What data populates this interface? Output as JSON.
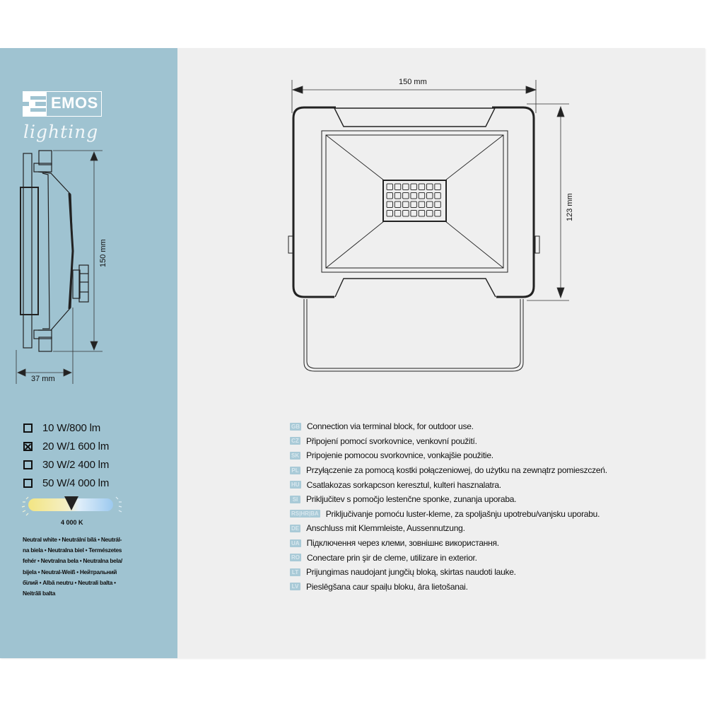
{
  "brand": {
    "logo_text": "EMOS",
    "subtitle": "lighting",
    "strip_color": "#9fc3d1",
    "panel_color": "#efefef"
  },
  "side_view": {
    "height_label": "150 mm",
    "depth_label": "37 mm"
  },
  "front_view": {
    "width_label": "150 mm",
    "height_label": "123 mm",
    "led_grid": {
      "columns": 7,
      "rows": 4
    }
  },
  "power_options": [
    {
      "label": "10 W/800 lm",
      "checked": false
    },
    {
      "label": "20 W/1 600 lm",
      "checked": true
    },
    {
      "label": "30 W/2 400 lm",
      "checked": false
    },
    {
      "label": "50 W/4 000 lm",
      "checked": false
    }
  ],
  "color_temperature": {
    "label": "4 000 K",
    "description": "Neutral white • Neutrální bílá • Neutrál-na biela • Neutralna biel • Természetes fehér • Nevtralna bela • Neutralna bela/ bijela • Neutral-Weiß • Нейтральний білий • Albă neutru • Neutrali balta • Neitrāli balta"
  },
  "instructions": [
    {
      "code": "GB",
      "text": "Connection via terminal block, for outdoor use."
    },
    {
      "code": "CZ",
      "text": "Připojení pomocí svorkovnice, venkovní použití."
    },
    {
      "code": "SK",
      "text": "Pripojenie pomocou svorkovnice, vonkajšie použitie."
    },
    {
      "code": "PL",
      "text": "Przyłączenie za pomocą kostki połączeniowej, do użytku na zewnątrz pomieszczeń."
    },
    {
      "code": "HU",
      "text": "Csatlakozas sorkapcson keresztul, kulteri hasznalatra."
    },
    {
      "code": "SI",
      "text": "Priključitev s pomočjo lestenčne sponke, zunanja uporaba."
    },
    {
      "code": "RS|HR|BA",
      "text": "Priključivanje pomoću luster-kleme, za spoljašnju upotrebu/vanjsku uporabu."
    },
    {
      "code": "DE",
      "text": "Anschluss mit Klemmleiste, Aussennutzung."
    },
    {
      "code": "UA",
      "text": "Підключення через клеми, зовнішнє використання."
    },
    {
      "code": "RO",
      "text": "Conectare prin şir de cleme, utilizare in exterior."
    },
    {
      "code": "LT",
      "text": "Prijungimas naudojant jungčių bloką, skirtas naudoti lauke."
    },
    {
      "code": "LV",
      "text": "Pieslēgšana caur spaiļu bloku, āra lietošanai."
    }
  ]
}
